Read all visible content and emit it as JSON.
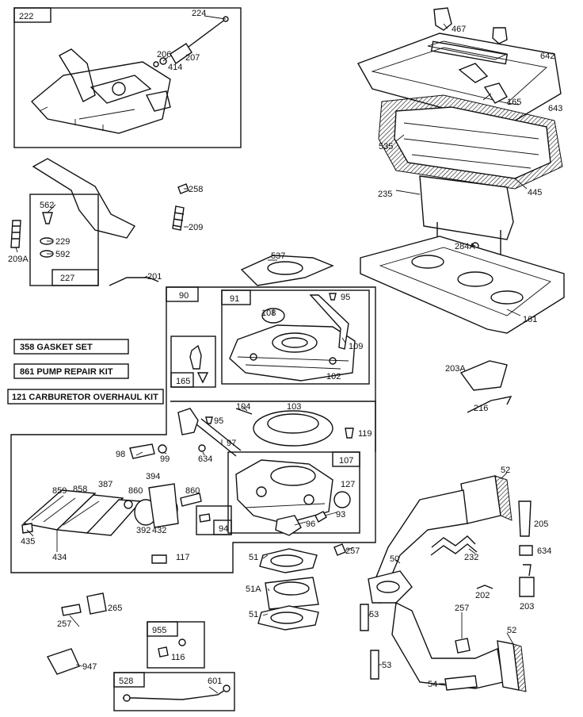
{
  "box_numbers": {
    "b222": "222",
    "b227": "227",
    "b90": "90",
    "b91": "91",
    "b165": "165",
    "b107": "107",
    "b94": "94",
    "b955": "955",
    "b528": "528"
  },
  "kits": {
    "gasket_set": "358  GASKET SET",
    "pump_repair_kit": "861  PUMP REPAIR KIT",
    "carb_overhaul_kit": "121  CARBURETOR OVERHAUL KIT"
  },
  "parts": {
    "p224": "224",
    "p206": "206",
    "p207": "207",
    "p414": "414",
    "p467": "467",
    "p642": "642",
    "p165a": "165",
    "p643": "643",
    "p535": "535",
    "p445": "445",
    "p235": "235",
    "p258": "258",
    "p562": "562",
    "p229": "229",
    "p592": "592",
    "p209a": "209A",
    "p209": "209",
    "p537": "537",
    "p201": "201",
    "p284a": "284A",
    "p161": "161",
    "p95a": "95",
    "p108": "108",
    "p109": "109",
    "p102": "102",
    "p203a": "203A",
    "p104": "104",
    "p103": "103",
    "p216": "216",
    "p95b": "95",
    "p119": "119",
    "p97": "97",
    "p98": "98",
    "p99": "99",
    "p634a": "634",
    "p127": "127",
    "p52a": "52",
    "p859": "859",
    "p858": "858",
    "p387": "387",
    "p860a": "860",
    "p394": "394",
    "p860b": "860",
    "p93": "93",
    "p392": "392",
    "p432": "432",
    "p96": "96",
    "p205": "205",
    "p435": "435",
    "p634b": "634",
    "p434": "434",
    "p117": "117",
    "p257a": "257",
    "p51a": "51",
    "p50": "50",
    "p232": "232",
    "p51A": "51A",
    "p202": "202",
    "p203": "203",
    "p51b": "51",
    "p265": "265",
    "p257b": "257",
    "p53a": "53",
    "p257c": "257",
    "p52b": "52",
    "p116": "116",
    "p947": "947",
    "p53b": "53",
    "p601": "601",
    "p54": "54"
  }
}
